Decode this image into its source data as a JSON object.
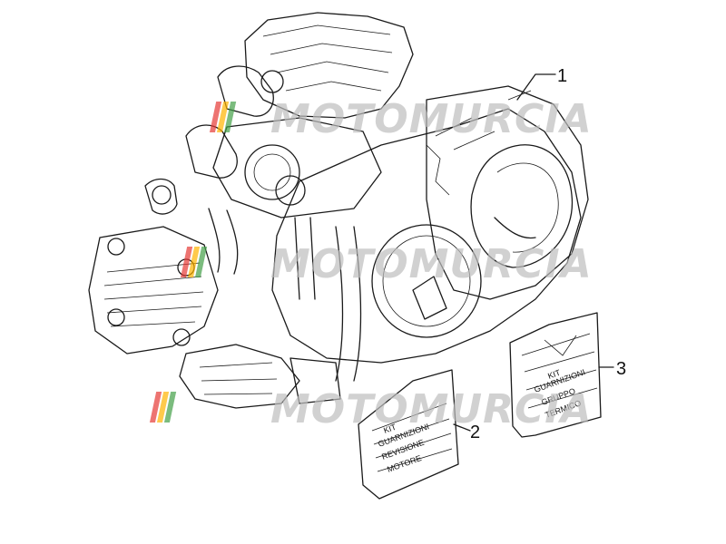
{
  "callouts": {
    "c1": "1",
    "c2": "2",
    "c3": "3"
  },
  "kit_revisione": {
    "line1": "KIT",
    "line2": "GUARNIZIONI",
    "line3": "REVISIONE",
    "line4": "MOTORE"
  },
  "kit_gruppo": {
    "line1": "KIT",
    "line2": "GUARNIZIONI",
    "line3": "GRUPPO",
    "line4": "TERMICO"
  },
  "watermark": {
    "text": "MOTOMURCIA",
    "colors": [
      "#e53935",
      "#ffb300",
      "#43a047"
    ]
  }
}
